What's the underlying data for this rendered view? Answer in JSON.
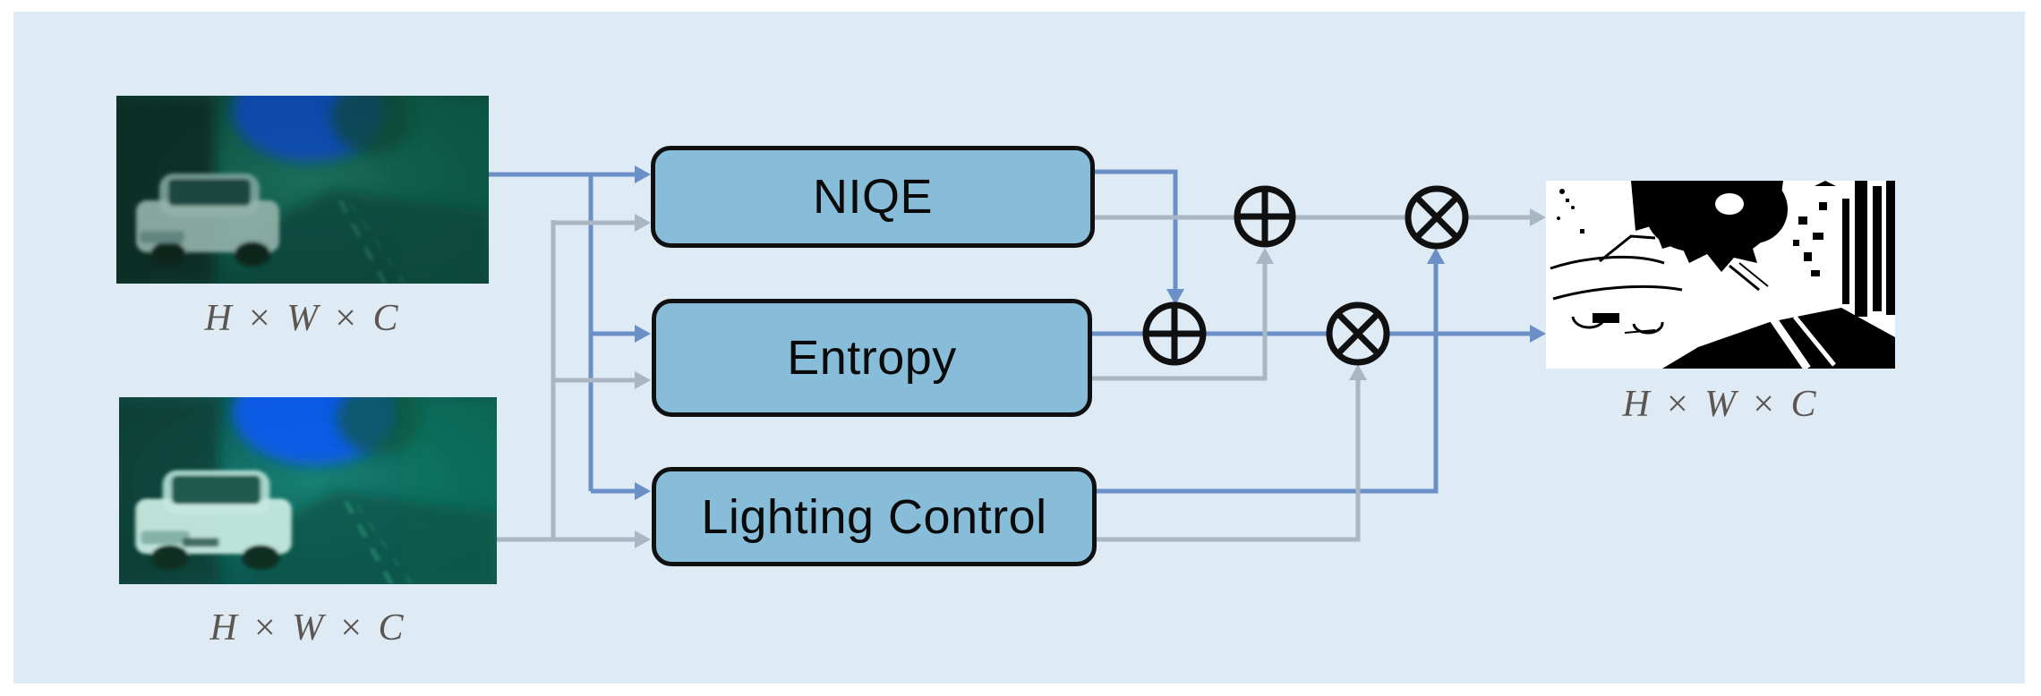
{
  "panel": {
    "background": "#deeaf4"
  },
  "inputs": {
    "top": {
      "dim_label": "H × W × C"
    },
    "bottom": {
      "dim_label": "H × W × C"
    }
  },
  "blocks": [
    {
      "label": "NIQE"
    },
    {
      "label": "Entropy"
    },
    {
      "label": "Lighting Control"
    }
  ],
  "operators": [
    {
      "name": "circle-plus-lower",
      "symbol": "⊕"
    },
    {
      "name": "circle-plus-upper",
      "symbol": "⊕"
    },
    {
      "name": "circle-times-lower",
      "symbol": "⊗"
    },
    {
      "name": "circle-times-upper",
      "symbol": "⊗"
    }
  ],
  "output": {
    "dim_label": "H × W × C"
  },
  "colors": {
    "arrow_blue": "#6b90c8",
    "arrow_gray": "#a8b7c3",
    "box_fill": "#87bdd9",
    "box_border": "#101010",
    "panel_background": "#deeaf4",
    "dim_label_text": "#5b5651"
  }
}
